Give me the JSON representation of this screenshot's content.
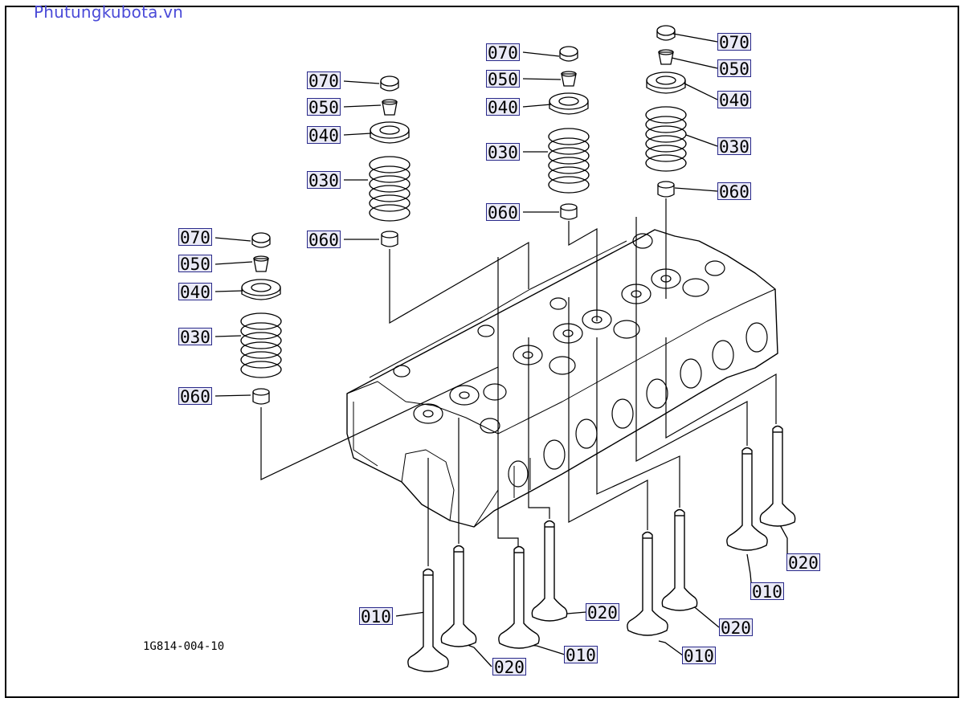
{
  "watermark": "Phutungkubota.vn",
  "drawing_code": "1G814-004-10",
  "callouts": [
    {
      "id": "g1-070",
      "text": "070"
    },
    {
      "id": "g1-050",
      "text": "050"
    },
    {
      "id": "g1-040",
      "text": "040"
    },
    {
      "id": "g1-030",
      "text": "030"
    },
    {
      "id": "g1-060",
      "text": "060"
    },
    {
      "id": "g2-070",
      "text": "070"
    },
    {
      "id": "g2-050",
      "text": "050"
    },
    {
      "id": "g2-040",
      "text": "040"
    },
    {
      "id": "g2-030",
      "text": "030"
    },
    {
      "id": "g2-060",
      "text": "060"
    },
    {
      "id": "g3-070",
      "text": "070"
    },
    {
      "id": "g3-050",
      "text": "050"
    },
    {
      "id": "g3-040",
      "text": "040"
    },
    {
      "id": "g3-030",
      "text": "030"
    },
    {
      "id": "g3-060",
      "text": "060"
    },
    {
      "id": "g4-070",
      "text": "070"
    },
    {
      "id": "g4-050",
      "text": "050"
    },
    {
      "id": "g4-040",
      "text": "040"
    },
    {
      "id": "g4-030",
      "text": "030"
    },
    {
      "id": "g4-060",
      "text": "060"
    },
    {
      "id": "v1-010",
      "text": "010"
    },
    {
      "id": "v2-020",
      "text": "020"
    },
    {
      "id": "v3-010",
      "text": "010"
    },
    {
      "id": "v4-020",
      "text": "020"
    },
    {
      "id": "v5-010",
      "text": "010"
    },
    {
      "id": "v6-020",
      "text": "020"
    },
    {
      "id": "v7-010",
      "text": "010"
    },
    {
      "id": "v8-020",
      "text": "020"
    }
  ]
}
